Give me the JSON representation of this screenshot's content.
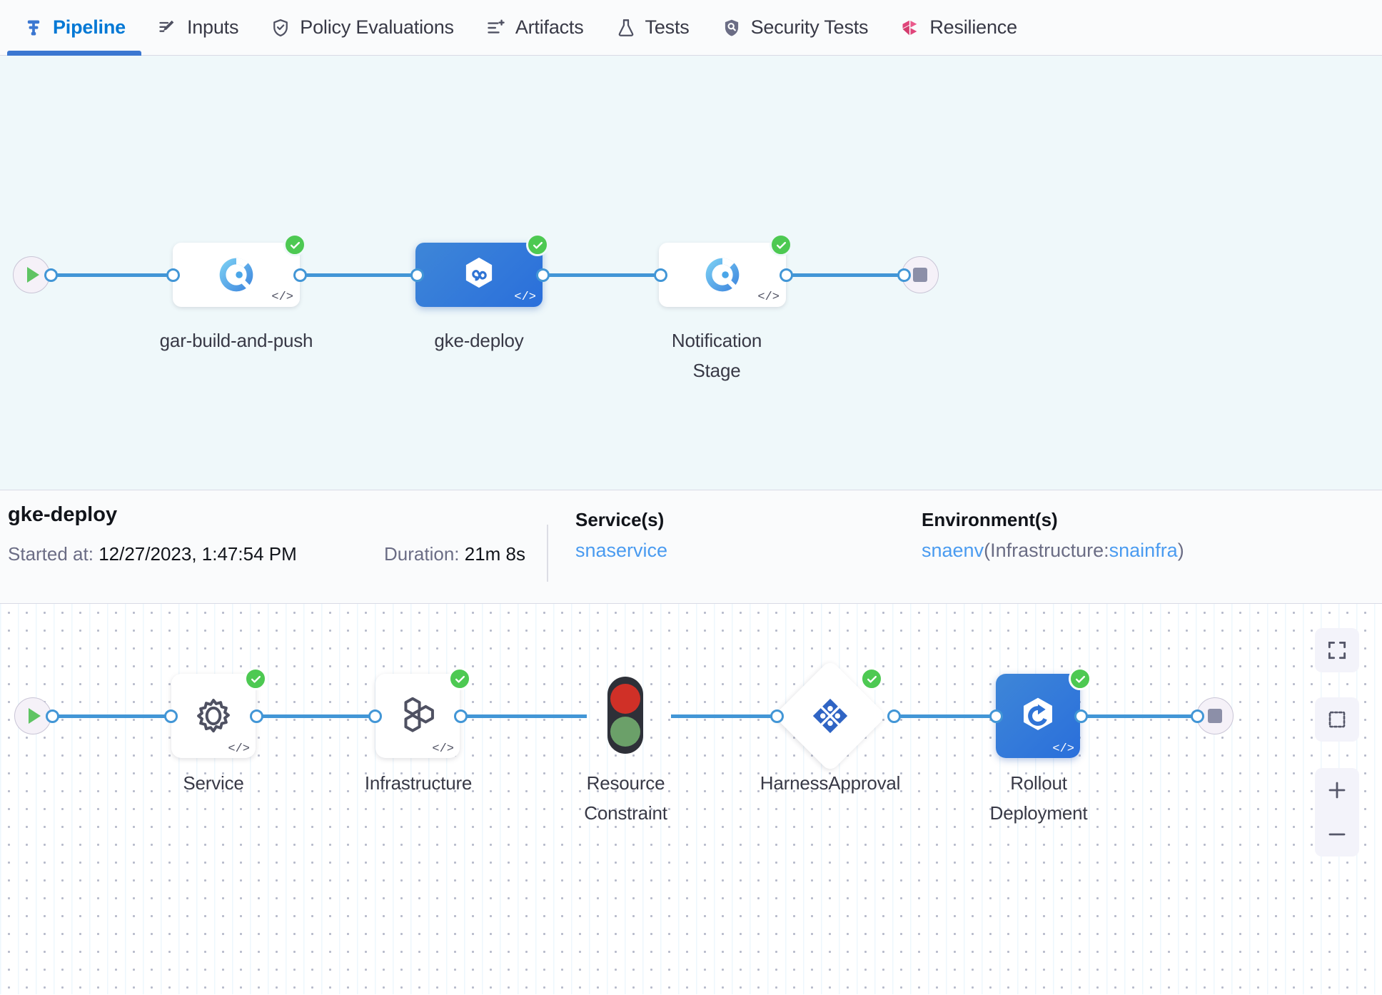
{
  "tabs": [
    {
      "id": "pipeline",
      "label": "Pipeline",
      "icon": "pipeline-icon",
      "active": true
    },
    {
      "id": "inputs",
      "label": "Inputs",
      "icon": "inputs-pencil-icon",
      "active": false
    },
    {
      "id": "policy",
      "label": "Policy Evaluations",
      "icon": "shield-check-icon",
      "active": false
    },
    {
      "id": "artifacts",
      "label": "Artifacts",
      "icon": "artifacts-list-icon",
      "active": false
    },
    {
      "id": "tests",
      "label": "Tests",
      "icon": "flask-icon",
      "active": false
    },
    {
      "id": "sectests",
      "label": "Security Tests",
      "icon": "shield-search-icon",
      "active": false
    },
    {
      "id": "resilience",
      "label": "Resilience",
      "icon": "resilience-icon",
      "active": false
    }
  ],
  "pipeline_graph": {
    "start_label": "start-node",
    "end_label": "end-node",
    "stages": [
      {
        "id": "gar-build-and-push",
        "label": "gar-build-and-push",
        "icon": "gcp-build-icon",
        "status": "success",
        "selected": false,
        "has_code_icon": true
      },
      {
        "id": "gke-deploy",
        "label": "gke-deploy",
        "icon": "harness-cd-icon",
        "status": "success",
        "selected": true,
        "has_code_icon": true
      },
      {
        "id": "notification-stage",
        "label": "Notification Stage",
        "icon": "gcp-build-icon",
        "status": "success",
        "selected": false,
        "has_code_icon": true
      }
    ]
  },
  "details": {
    "title": "gke-deploy",
    "started_label": "Started at:",
    "started_value": "12/27/2023, 1:47:54 PM",
    "duration_label": "Duration:",
    "duration_value": "21m 8s",
    "service_header": "Service(s)",
    "service_value": "snaservice",
    "environment_header": "Environment(s)",
    "environment_env": "snaenv",
    "environment_mid": "(Infrastructure:",
    "environment_infra": "snainfra",
    "environment_close": ")"
  },
  "execution_graph": {
    "nodes": [
      {
        "id": "service",
        "label": "Service",
        "icon": "gear-icon",
        "shape": "card",
        "status": "success",
        "selected": false,
        "has_code_icon": true
      },
      {
        "id": "infrastructure",
        "label": "Infrastructure",
        "icon": "hexagons-icon",
        "shape": "card",
        "status": "success",
        "selected": false,
        "has_code_icon": true
      },
      {
        "id": "resource-constraint",
        "label": "Resource Constraint",
        "icon": "traffic-light-icon",
        "shape": "plain",
        "status": "none",
        "selected": false,
        "has_code_icon": false
      },
      {
        "id": "harness-approval",
        "label": "HarnessApproval",
        "icon": "approval-icon",
        "shape": "diamond",
        "status": "success",
        "selected": false,
        "has_code_icon": false
      },
      {
        "id": "rollout-deployment",
        "label": "Rollout Deployment",
        "icon": "rollout-icon",
        "shape": "card",
        "status": "success",
        "selected": true,
        "has_code_icon": true
      }
    ],
    "zoom_controls": [
      {
        "id": "fit-screen",
        "name": "fit-to-screen-button"
      },
      {
        "id": "select-area",
        "name": "select-area-button"
      },
      {
        "id": "zoom-in",
        "name": "zoom-in-button"
      },
      {
        "id": "zoom-out",
        "name": "zoom-out-button"
      }
    ]
  },
  "colors": {
    "accent_blue": "#0278d5",
    "edge_blue": "#4296d6",
    "success_green": "#4dc952",
    "selected_node": "#2a6fdb",
    "canvas_top_bg": "#eff8fa",
    "resilience_pink": "#e0457b"
  }
}
